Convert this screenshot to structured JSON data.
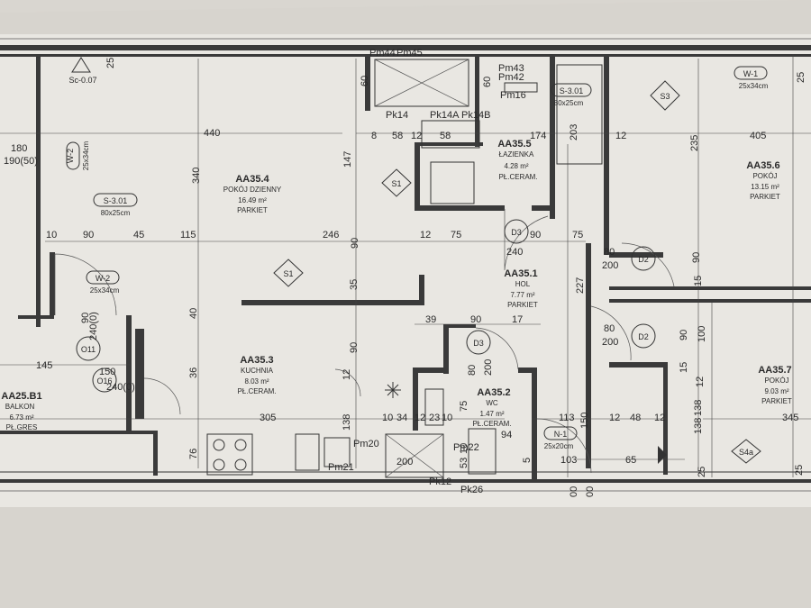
{
  "rooms": [
    {
      "code": "AA35.4",
      "name": "POKÓJ DZIENNY",
      "area": "16.49 m²",
      "finish": "PARKIET"
    },
    {
      "code": "AA35.3",
      "name": "KUCHNIA",
      "area": "8.03 m²",
      "finish": "PŁ.CERAM."
    },
    {
      "code": "AA35.5",
      "name": "ŁAZIENKA",
      "area": "4.28 m²",
      "finish": "PŁ.CERAM."
    },
    {
      "code": "AA35.1",
      "name": "HOL",
      "area": "7.77 m²",
      "finish": "PARKIET"
    },
    {
      "code": "AA35.2",
      "name": "WC",
      "area": "1.47 m²",
      "finish": "PŁ.CERAM."
    },
    {
      "code": "AA35.6",
      "name": "POKÓJ",
      "area": "13.15 m²",
      "finish": "PARKIET"
    },
    {
      "code": "AA35.7",
      "name": "POKÓJ",
      "area": "9.03 m²",
      "finish": "PARKIET"
    },
    {
      "code": "AA25.B1",
      "name": "BALKON",
      "area": "6.73 m²",
      "finish": "PŁ.GRES"
    }
  ],
  "symbols": {
    "s1": "S1",
    "s3": "S3",
    "s4a": "S4a",
    "d2": "D2",
    "d3": "D3",
    "o11": "O11",
    "o16": "O16",
    "w1": "W-1",
    "w2": "W-2",
    "w2size": "25x34cm",
    "w1size": "25x34cm",
    "s301": "S-3.01",
    "s301size": "80x25cm",
    "n1": "N-1",
    "n1size": "25x20cm",
    "sc": "Sc-0.07"
  },
  "ducts": {
    "pm44": "Pm44",
    "pm45": "Pm45",
    "pm43": "Pm43",
    "pm42": "Pm42",
    "pm16": "Pm16",
    "pk14": "Pk14",
    "pk14a": "Pk14A",
    "pk14b": "Pk14B",
    "pm20": "Pm20",
    "pm21": "Pm21",
    "pm22": "Pm22",
    "pk12": "Pk12",
    "pk26": "Pk26"
  },
  "dims": {
    "d25a": "25",
    "d440": "440",
    "d340": "340",
    "d147": "147",
    "d60a": "60",
    "d60b": "60",
    "d8": "8",
    "d58a": "58",
    "d12a": "12",
    "d58b": "58",
    "d174": "174",
    "d203": "203",
    "d12b": "12",
    "d235": "235",
    "d405": "405",
    "d10": "10",
    "d90a": "90",
    "d45": "45",
    "d115": "115",
    "d246": "246",
    "d90b": "90",
    "d12c": "12",
    "d75a": "75",
    "d240a": "240",
    "d90c": "90",
    "d75b": "75",
    "d80a": "80",
    "d200a": "200",
    "d90d": "90",
    "d35": "35",
    "d227": "227",
    "d15a": "15",
    "d39": "39",
    "d90e": "90",
    "d17": "17",
    "d80b": "80",
    "d200b": "200",
    "d90f": "90",
    "d100": "100",
    "d40": "40",
    "d90g": "90",
    "d240b": "240(0)",
    "d180": "180",
    "d190": "190(50)",
    "d145": "145",
    "d150": "150",
    "d240c": "240(0)",
    "d36": "36",
    "d80c": "80",
    "d200c": "200",
    "d75c": "75",
    "d15b": "15",
    "d12d": "12",
    "d138a": "138",
    "d12e": "12",
    "d305": "305",
    "d10b": "10",
    "d34": "34",
    "d12f": "12",
    "d23": "23",
    "d10c": "10",
    "d113": "113",
    "d150b": "150",
    "d12g": "12",
    "d48": "48",
    "d12h": "12",
    "d345": "345",
    "d138b": "138",
    "d94": "94",
    "d53": "53",
    "d10d": "10",
    "d76": "76",
    "d103": "103",
    "d65": "65",
    "d25b": "25",
    "d00a": "00",
    "d00b": "00",
    "d5": "5",
    "d25c": "25",
    "d200d": "200"
  }
}
